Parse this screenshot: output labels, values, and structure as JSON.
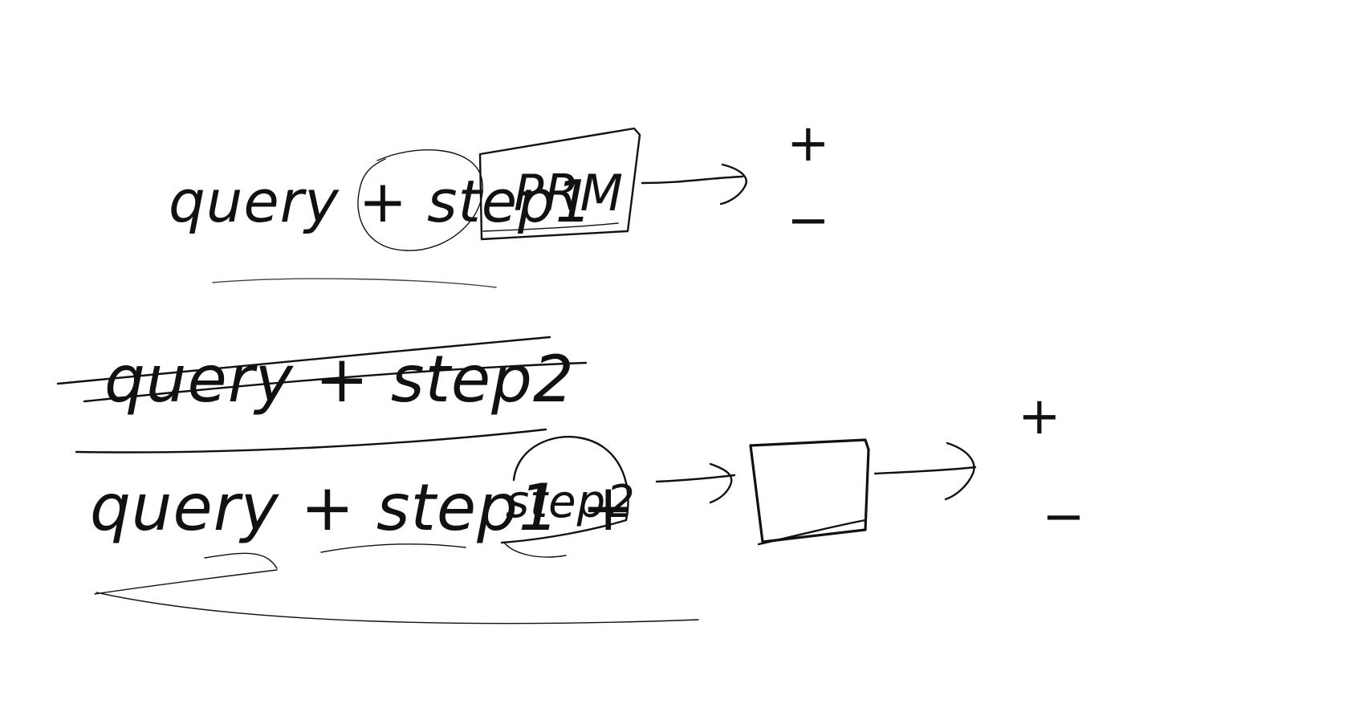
{
  "diagram": {
    "row1": {
      "text": "query + step1",
      "box_label": "PRM",
      "outputs": [
        "+",
        "−"
      ]
    },
    "row2": {
      "text": "query + step2"
    },
    "row3": {
      "text_main": "query + step1 +",
      "text_circled": "step2",
      "box_label": "",
      "outputs": [
        "+",
        "−"
      ]
    }
  },
  "colors": {
    "ink": "#111111",
    "background": "#ffffff"
  }
}
